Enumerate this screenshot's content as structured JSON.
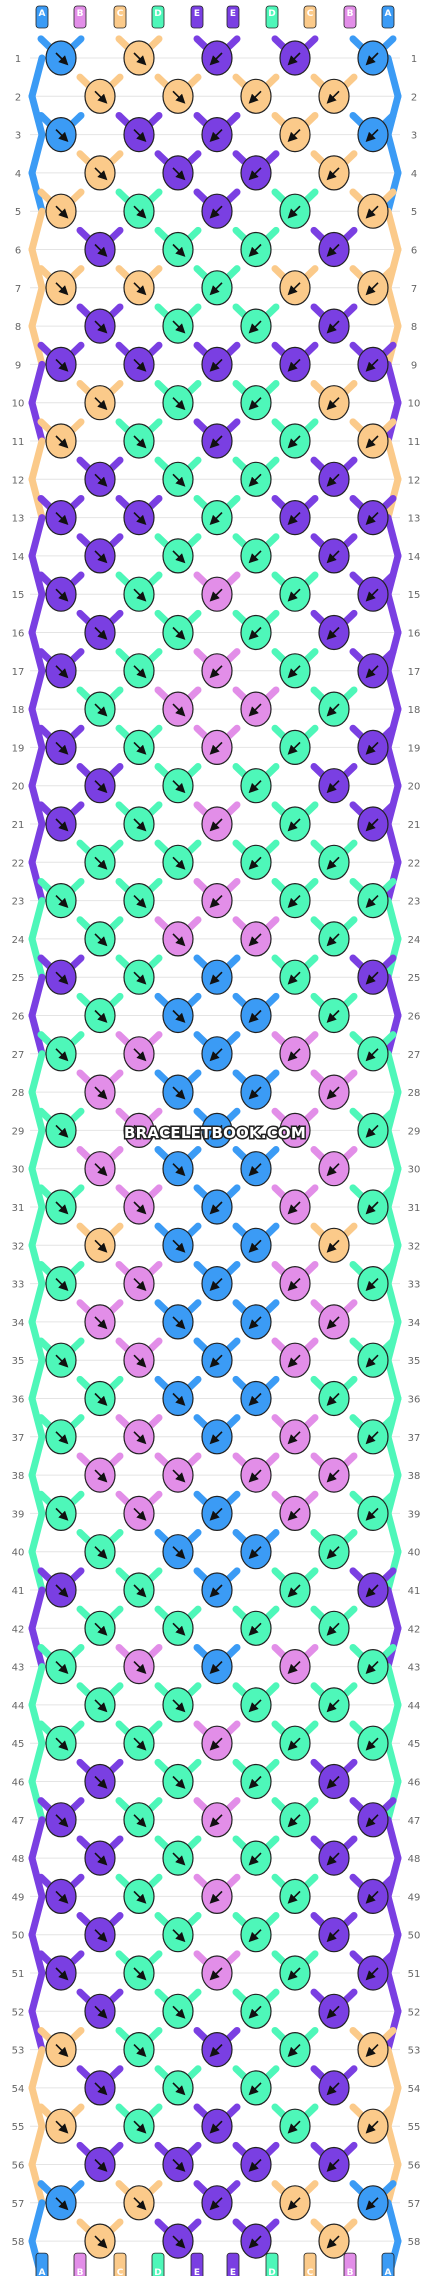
{
  "pattern": {
    "rows": 58,
    "strings": [
      "A",
      "B",
      "C",
      "D",
      "E",
      "E",
      "D",
      "C",
      "B",
      "A"
    ],
    "string_colors": {
      "A": "#3b9bf5",
      "B": "#e28ee8",
      "C": "#fbca8a",
      "D": "#4ef7b9",
      "E": "#7a3fe2"
    },
    "knot_rows_odd": [
      "A C E E A",
      "A E E C A",
      "C D E D C",
      "C C D C C",
      "E E E E E",
      "C D E D C",
      "E E D E E",
      "E D B D E",
      "E D B D E",
      "E D B D E",
      "E D B D E",
      "D D B D D",
      "E D A D E",
      "D B A B D",
      "D B A B D",
      "D B A B D",
      "D B A B D",
      "D B A B D",
      "D B A B D",
      "D B A B D",
      "E D A D E",
      "D B A B D",
      "D D B D D",
      "E D B D E",
      "E D B D E",
      "E D B D E",
      "C D E D C",
      "C D E D C",
      "A C E C A"
    ],
    "knot_rows_even": [
      "C C C C",
      "C E E C",
      "E D D E",
      "E D D E",
      "C D D C",
      "E D D E",
      "E D D E",
      "E D D E",
      "D B B D",
      "E D D E",
      "D D D D",
      "D B B D",
      "D A A D",
      "B A A B",
      "B A A B",
      "C A A C",
      "B A A B",
      "D A A D",
      "B B B B",
      "D A A D",
      "D D D D",
      "D D D D",
      "E D D E",
      "E D D E",
      "E D D E",
      "E D D E",
      "E D D E",
      "E E E E",
      "C E E C"
    ],
    "knot_direction": "mirrored"
  },
  "watermark": "BRACELETBOOK.COM"
}
